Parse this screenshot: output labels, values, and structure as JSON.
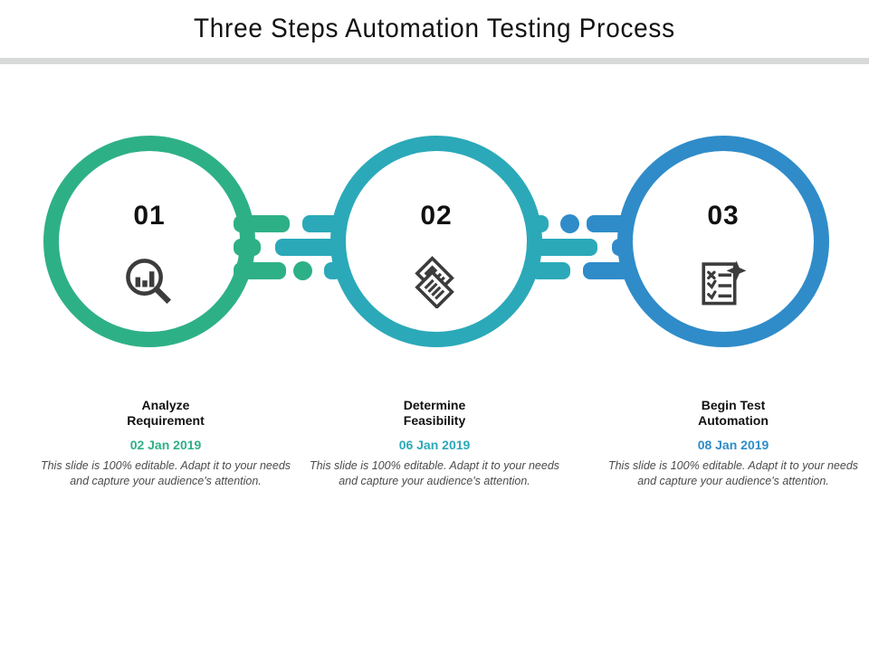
{
  "header": {
    "title": "Three Steps Automation Testing Process",
    "divider_color": "#d7d9d8"
  },
  "theme": {
    "step1_color": "#2eb087",
    "step2_color": "#2ba9b9",
    "step3_color": "#2f8cc9",
    "icon_color": "#3c3c3c",
    "text_color": "#111111",
    "body_text_color": "#4b4b4b",
    "background": "#ffffff"
  },
  "steps": [
    {
      "number": "01",
      "icon": "magnifier-bar-chart-icon",
      "color": "#2eb087",
      "title": "Analyze\nRequirement",
      "date": "02 Jan 2019",
      "body": "This slide is 100% editable. Adapt it to your needs and capture your audience's attention."
    },
    {
      "number": "02",
      "icon": "diamond-documents-icon",
      "color": "#2ba9b9",
      "title": "Determine\nFeasibility",
      "date": "06 Jan 2019",
      "body": "This slide is 100% editable. Adapt it to your needs and capture your audience's attention."
    },
    {
      "number": "03",
      "icon": "checklist-sparkle-icon",
      "color": "#2f8cc9",
      "title": "Begin Test\nAutomation",
      "date": "08 Jan 2019",
      "body": "This slide is 100% editable. Adapt it to your needs and capture your audience's attention."
    }
  ],
  "connectors": [
    {
      "left_color": "#2eb087",
      "right_color": "#2ba9b9",
      "dot_color": "#2eb087",
      "dot_position": "bottom"
    },
    {
      "left_color": "#2ba9b9",
      "right_color": "#2f8cc9",
      "dot_color": "#2f8cc9",
      "dot_position": "top"
    }
  ]
}
